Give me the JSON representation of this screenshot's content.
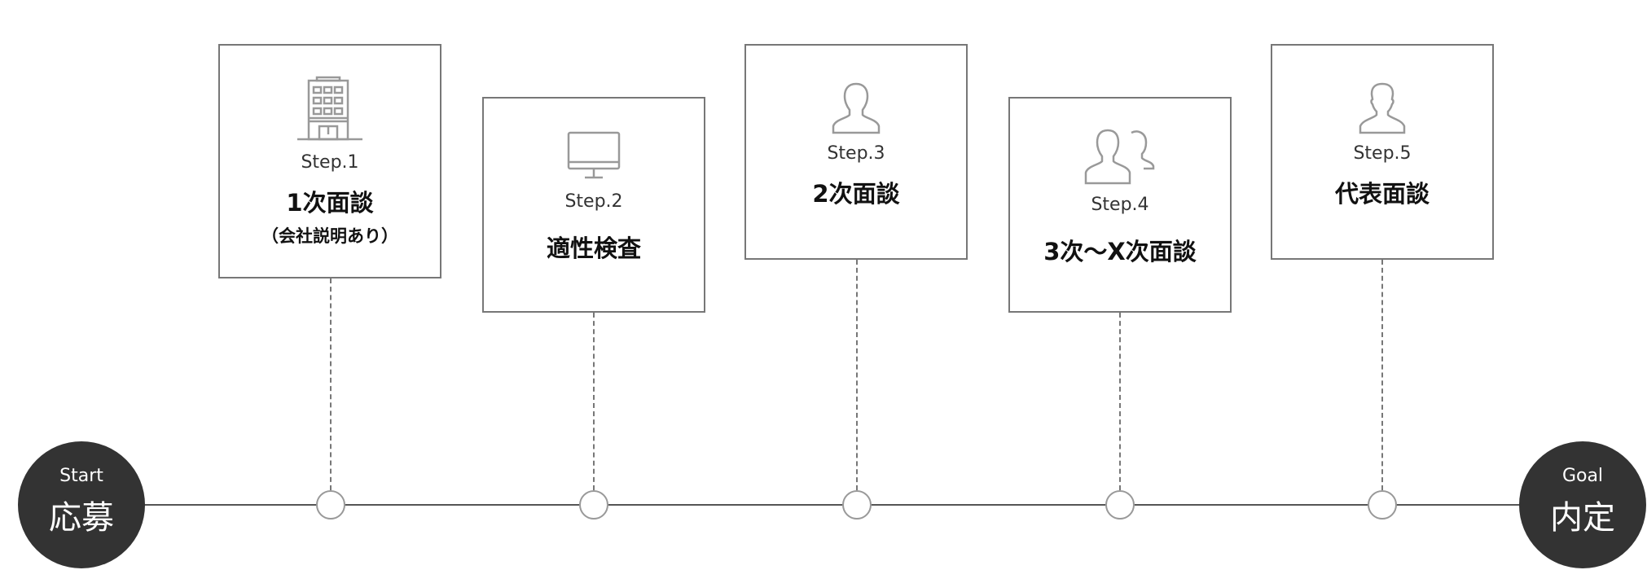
{
  "start": {
    "label": "Start",
    "title": "応募"
  },
  "goal": {
    "label": "Goal",
    "title": "内定"
  },
  "steps": [
    {
      "step": "Step.1",
      "title": "1次面談",
      "subtitle": "（会社説明あり）",
      "icon": "building-icon"
    },
    {
      "step": "Step.2",
      "title": "適性検査",
      "icon": "monitor-icon"
    },
    {
      "step": "Step.3",
      "title": "2次面談",
      "icon": "person-icon"
    },
    {
      "step": "Step.4",
      "title": "3次～X次面談",
      "icon": "two-people-icon"
    },
    {
      "step": "Step.5",
      "title": "代表面談",
      "icon": "person-icon"
    }
  ],
  "colors": {
    "line": "#555555",
    "endpoint": "#333333",
    "box_border": "#777777",
    "icon": "#999999"
  }
}
